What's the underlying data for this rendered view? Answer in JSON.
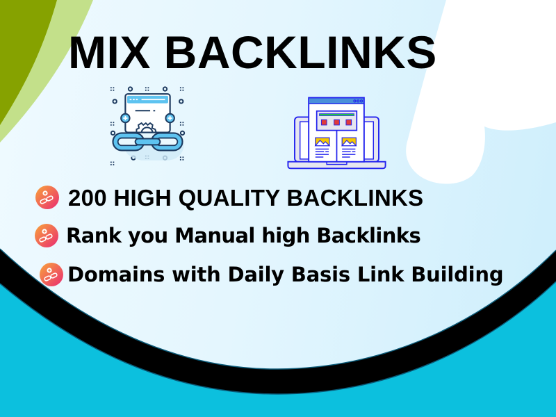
{
  "title": "MIX BACKLINKS",
  "illustrations": [
    {
      "name": "chain-link-settings-icon",
      "description": "browser window with gear and chain link"
    },
    {
      "name": "laptop-webpage-icon",
      "description": "laptop showing website layout"
    }
  ],
  "bullets": [
    {
      "icon": "link-add-icon",
      "text": "200 HIGH QUALITY BACKLINKS"
    },
    {
      "icon": "link-add-icon",
      "text": "Rank you Manual high Backlinks"
    },
    {
      "icon": "link-add-icon",
      "text": "Domains with Daily Basis Link Building"
    }
  ],
  "colors": {
    "background_light": "#effaff",
    "background_right": "#cdeefc",
    "accent_green_dark": "#86a200",
    "accent_green_light": "#c3e08a",
    "band_black": "#000000",
    "band_edge": "#0a5a78",
    "footer_cyan": "#0cc0de",
    "bullet_gradient_start": "#f8a53a",
    "bullet_gradient_end": "#ea2a72",
    "laptop_stroke": "#2222ee",
    "laptop_header": "#4a90d9",
    "laptop_red": "#e03a3a",
    "laptop_green": "#22c04a",
    "laptop_yellow": "#f5c800",
    "chain_stroke": "#1d3a5f",
    "chain_fill": "#5ec3f0"
  }
}
